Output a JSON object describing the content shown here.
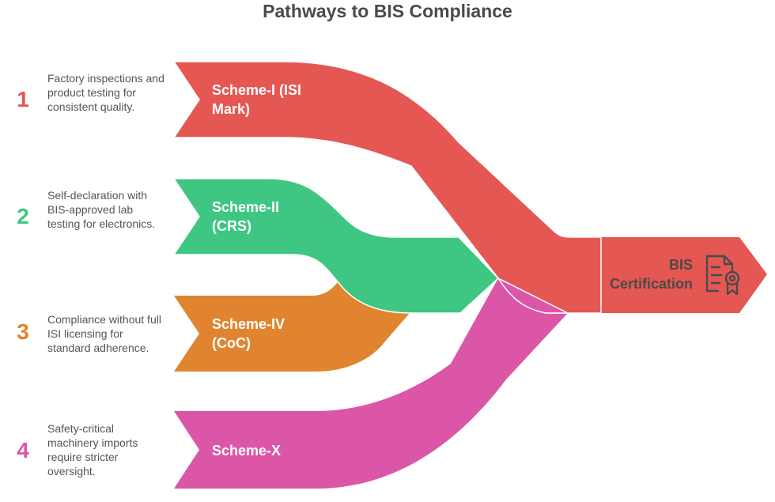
{
  "title": "Pathways to BIS Compliance",
  "colors": {
    "red": "#e55753",
    "green": "#3ec682",
    "orange": "#e0842f",
    "pink": "#dc56a8",
    "text_dark": "#4a4a4a",
    "text_body": "#555555"
  },
  "pathways": [
    {
      "number": "1",
      "label": "Scheme-I (ISI Mark)",
      "label_lines": [
        "Scheme-I (ISI",
        "Mark)"
      ],
      "description": "Factory inspections and product testing for consistent quality.",
      "color": "#e55753"
    },
    {
      "number": "2",
      "label": "Scheme-II (CRS)",
      "label_lines": [
        "Scheme-II",
        "(CRS)"
      ],
      "description": "Self-declaration with BIS-approved lab testing for electronics.",
      "color": "#3ec682"
    },
    {
      "number": "3",
      "label": "Scheme-IV (CoC)",
      "label_lines": [
        "Scheme-IV",
        "(CoC)"
      ],
      "description": "Compliance without full ISI licensing for standard adherence.",
      "color": "#e0842f"
    },
    {
      "number": "4",
      "label": "Scheme-X",
      "label_lines": [
        "Scheme-X"
      ],
      "description": "Safety-critical machinery imports require stricter oversight.",
      "color": "#dc56a8"
    }
  ],
  "target": {
    "label_lines": [
      "BIS",
      "Certification"
    ],
    "icon": "certificate-icon",
    "color": "#e55753"
  }
}
